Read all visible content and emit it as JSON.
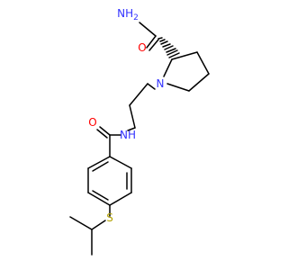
{
  "colors": {
    "bond": "#000000",
    "nitrogen": "#3333ff",
    "oxygen": "#ff0000",
    "sulfur": "#b2a100",
    "background": "#ffffff"
  },
  "atoms": {
    "nh2": {
      "text": "NH",
      "sub": "2",
      "element": "N"
    },
    "o_amide1": {
      "text": "O",
      "element": "O"
    },
    "n_ring": {
      "text": "N",
      "element": "N"
    },
    "nh_amide": {
      "text": "NH",
      "element": "N"
    },
    "o_amide2": {
      "text": "O",
      "element": "O"
    },
    "s": {
      "text": "S",
      "element": "S"
    }
  }
}
